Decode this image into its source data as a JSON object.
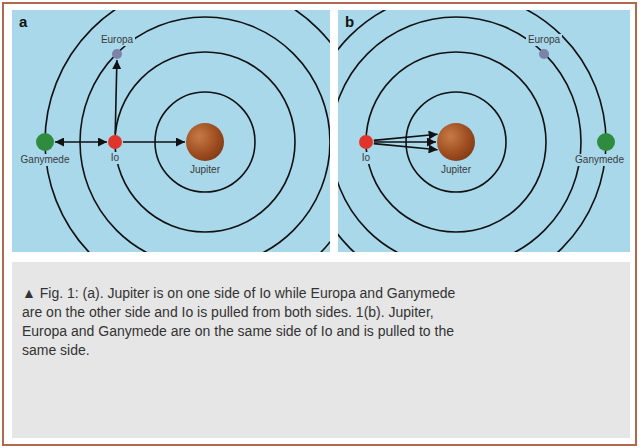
{
  "diagram": {
    "caption": "▲ Fig. 1: (a). Jupiter is on one side of Io while Europa and Ganymede are on the other side and Io is pulled from both sides. 1(b). Jupiter, Europa and Ganymede are on the same side of Io and is pulled to the same side.",
    "nodes": [
      {
        "text": [
          "a"
        ]
      },
      {
        "text": [
          "Ganymede"
        ],
        "in": 0
      },
      {
        "text": [
          "Europa"
        ],
        "in": 0
      },
      {
        "text": [
          "Io"
        ],
        "in": 0
      },
      {
        "text": [
          "Jupiter"
        ],
        "in": 0
      },
      {
        "text": [
          "b"
        ]
      },
      {
        "text": [
          "Io"
        ],
        "in": 5
      },
      {
        "text": [
          "Jupiter"
        ],
        "in": 5
      },
      {
        "text": [
          "Europa"
        ],
        "in": 5
      },
      {
        "text": [
          "Ganymede"
        ],
        "in": 5
      }
    ],
    "edges": [
      {
        "from": 3,
        "to": 4,
        "arrow": "to"
      },
      {
        "from": 3,
        "to": 2,
        "arrow": "to"
      },
      {
        "from": 3,
        "to": 1,
        "arrow": "both"
      },
      {
        "from": 6,
        "to": 7,
        "arrow": "to"
      },
      {
        "from": 6,
        "to": 7,
        "arrow": "to"
      },
      {
        "from": 6,
        "to": 7,
        "arrow": "to"
      }
    ]
  }
}
